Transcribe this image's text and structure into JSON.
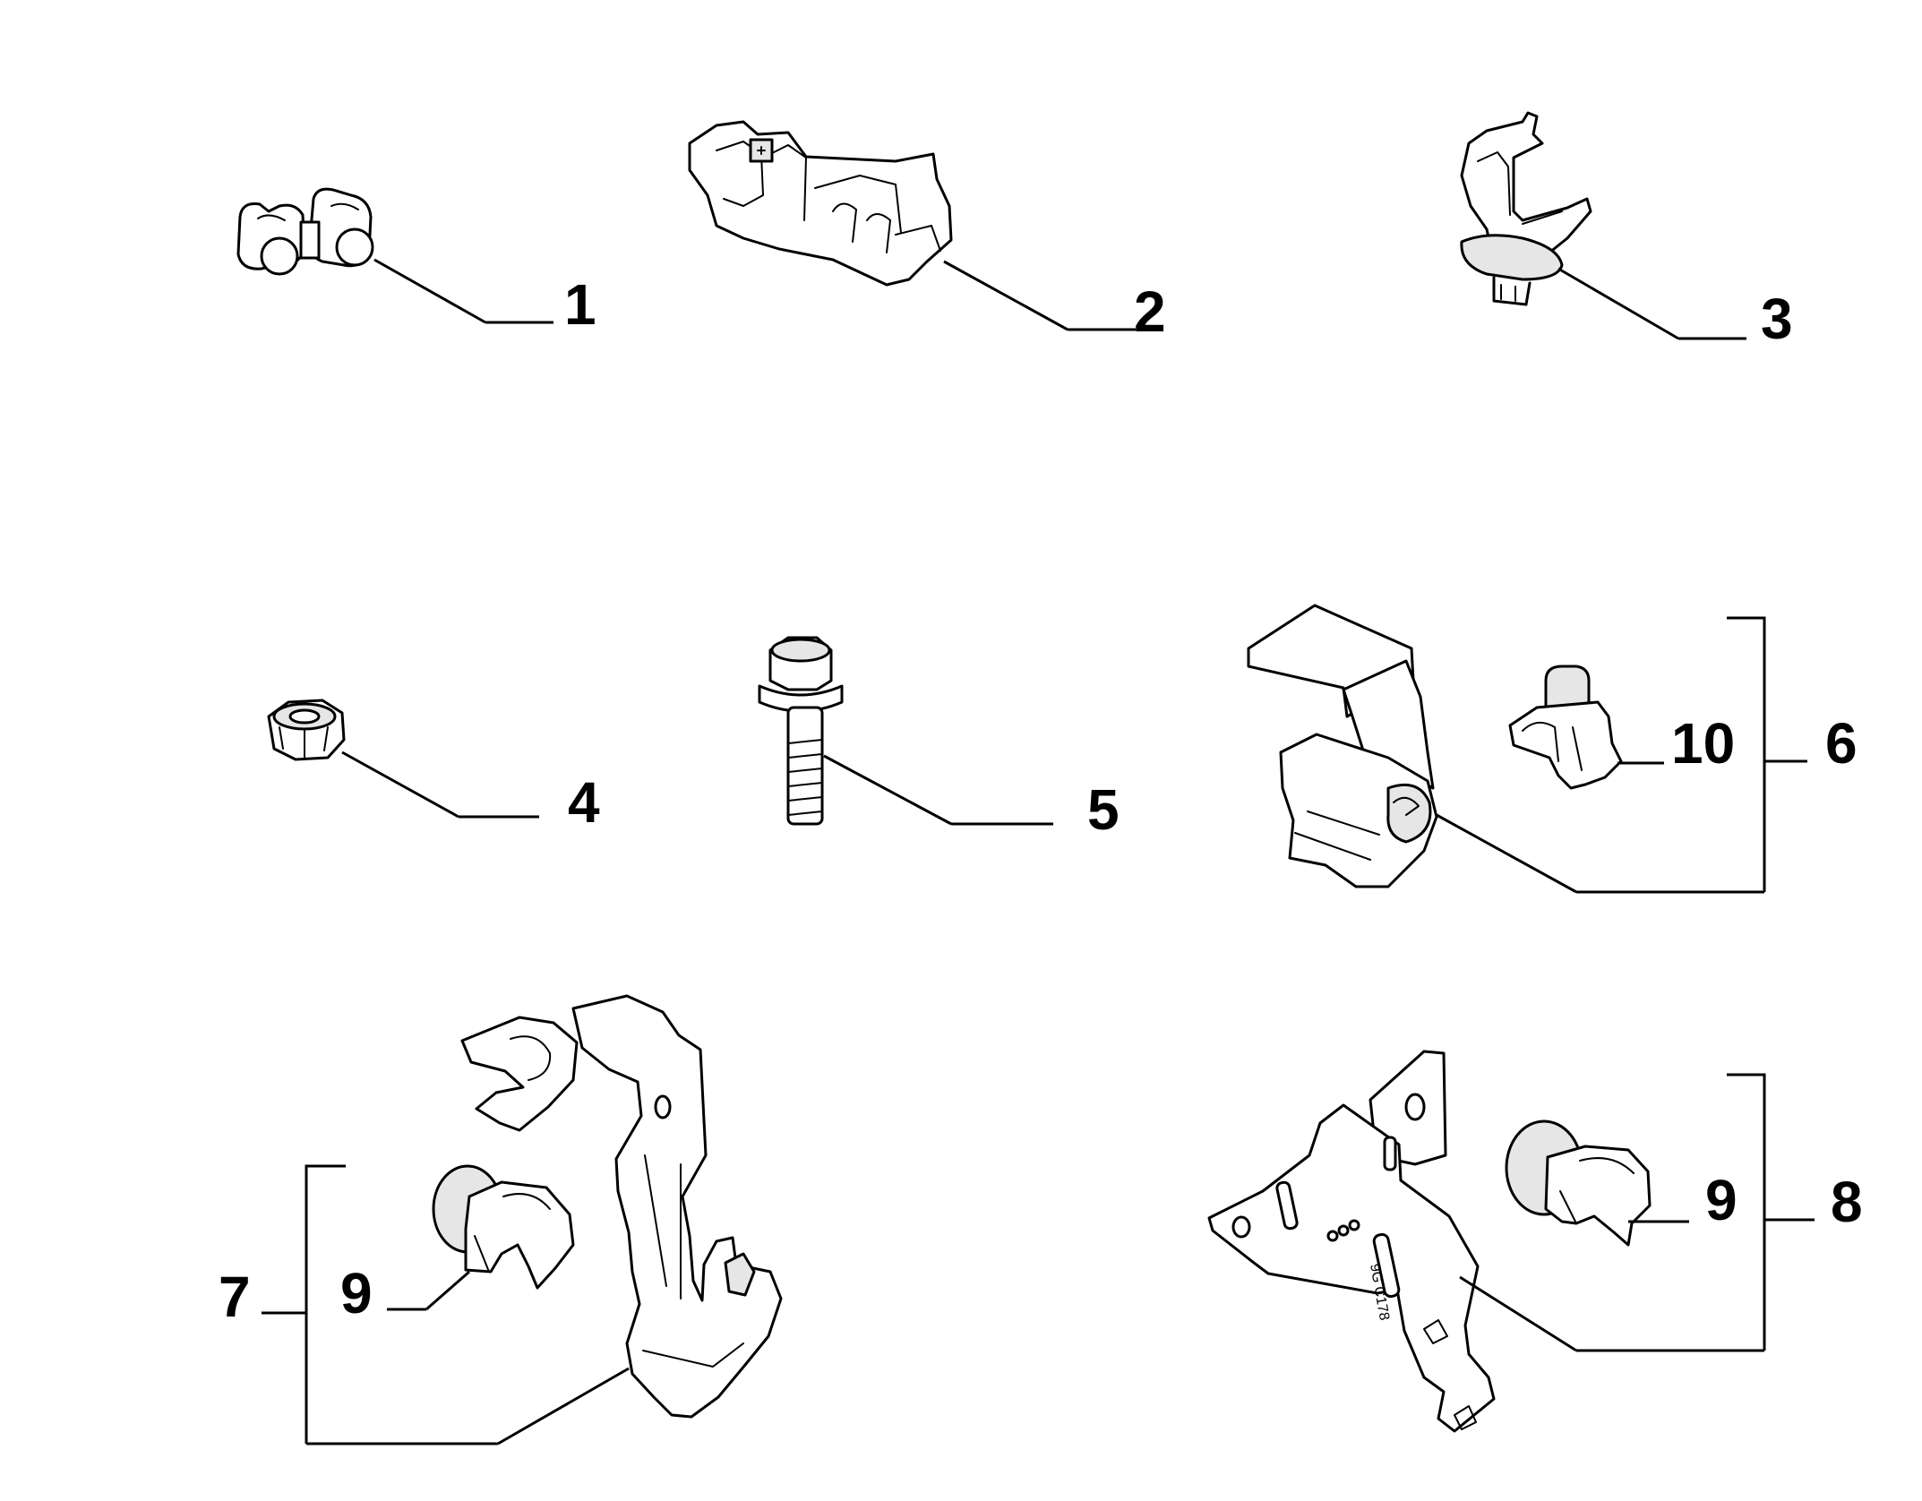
{
  "callouts": {
    "c1": "1",
    "c2": "2",
    "c3": "3",
    "c4": "4",
    "c5": "5",
    "c6": "6",
    "c7": "7",
    "c8": "8",
    "c9a": "9",
    "c9b": "9",
    "c10": "10"
  },
  "bracket_stamp": "9G C178"
}
